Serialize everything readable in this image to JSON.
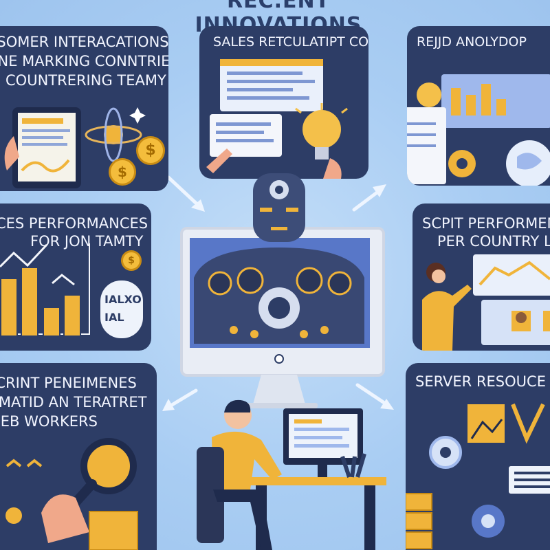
{
  "title": "REC.ENT INNOVATIONS",
  "panels": {
    "top_left": {
      "lines": [
        "USOMER INTERACATIONS",
        "ONE MARKING CONNTRIE",
        "COUNTRERING TEAMY"
      ]
    },
    "top_center": {
      "heading": "SALES RETCULATIPT COD"
    },
    "top_right": {
      "heading": "REJJD ANOLYDOP"
    },
    "mid_left": {
      "lines": [
        "ACES PERFORMANCES",
        "FOR JON TAMTY"
      ],
      "badge_text": [
        "IALXO",
        "IAL"
      ]
    },
    "mid_right": {
      "lines": [
        "SCPIT PERFORMENC",
        "PER COUNTRY LAKXA"
      ]
    },
    "bottom_left": {
      "lines": [
        "SCRINT PENEIMENES",
        "LIMATID AN TERATRET",
        "WEB WORKERS"
      ]
    },
    "bottom_right": {
      "lines": [
        "SERVER RESOUCE SA"
      ]
    }
  },
  "coin_symbol": "$",
  "colors": {
    "background": "#a9cdf3",
    "panel": "#2d3d66",
    "accent": "#f0b43a",
    "text": "#f2f5ff"
  }
}
